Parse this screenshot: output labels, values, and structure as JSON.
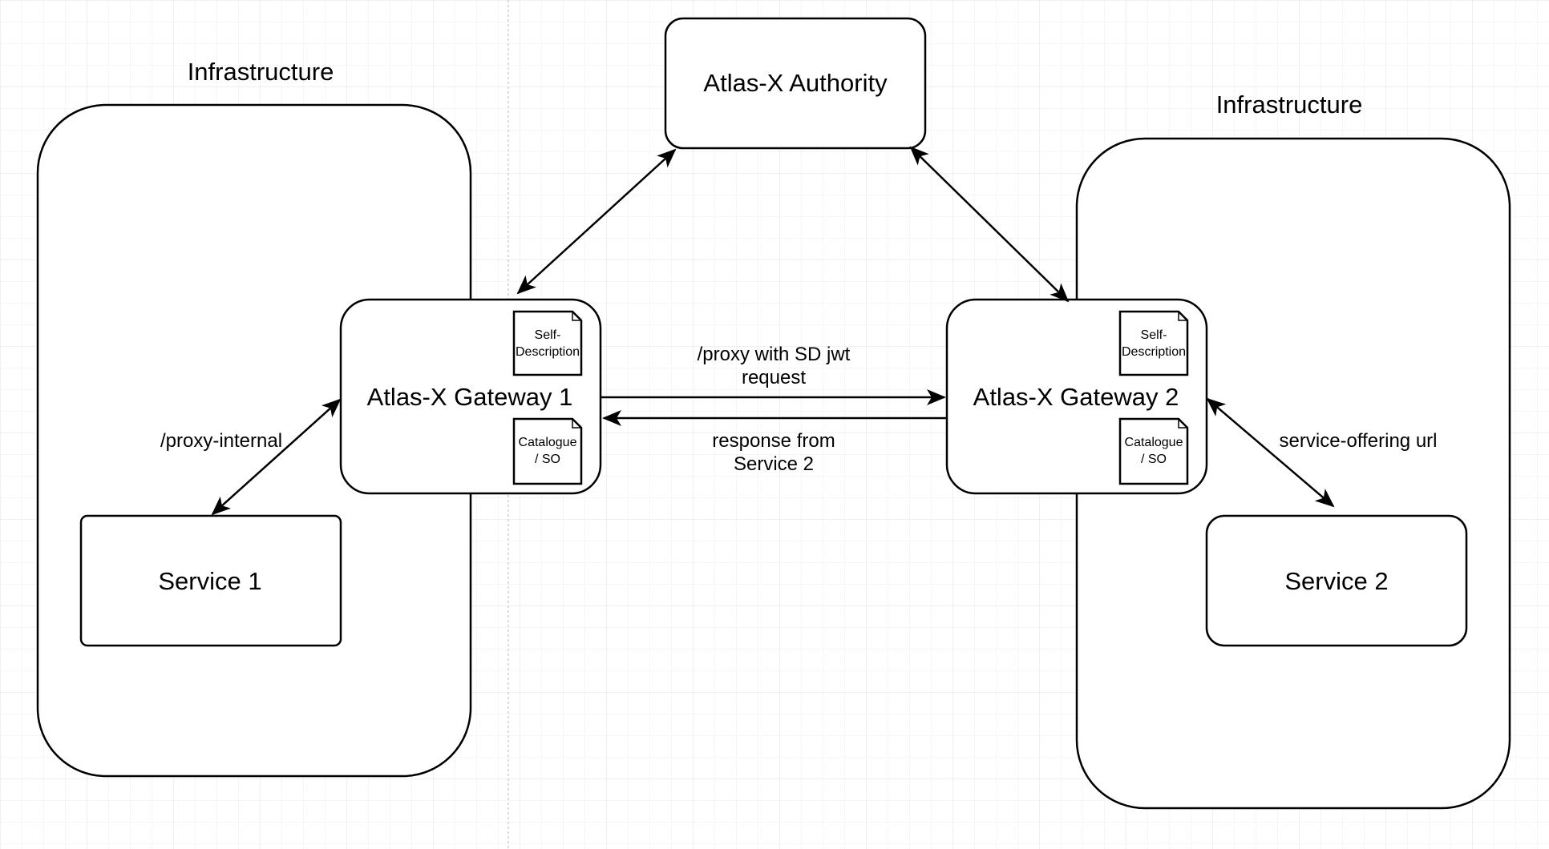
{
  "diagram": {
    "infrastructure_left": {
      "title": "Infrastructure"
    },
    "infrastructure_right": {
      "title": "Infrastructure"
    },
    "authority": {
      "label": "Atlas-X Authority"
    },
    "gateway_1": {
      "label": "Atlas-X Gateway 1",
      "doc_self_description": {
        "line1": "Self-",
        "line2": "Description"
      },
      "doc_catalogue": {
        "line1": "Catalogue",
        "line2": "/ SO"
      }
    },
    "gateway_2": {
      "label": "Atlas-X Gateway 2",
      "doc_self_description": {
        "line1": "Self-",
        "line2": "Description"
      },
      "doc_catalogue": {
        "line1": "Catalogue",
        "line2": "/ SO"
      }
    },
    "service_1": {
      "label": "Service 1"
    },
    "service_2": {
      "label": "Service 2"
    },
    "edges": {
      "proxy_internal": {
        "label": "/proxy-internal"
      },
      "proxy_request": {
        "line1": "/proxy with SD jwt",
        "line2": "request"
      },
      "response": {
        "line1": "response from",
        "line2": "Service 2"
      },
      "service_offering": {
        "label": "service-offering url"
      }
    },
    "colors": {
      "stroke": "#000000",
      "background": "#ffffff",
      "grid": "#e6e6e6"
    }
  }
}
